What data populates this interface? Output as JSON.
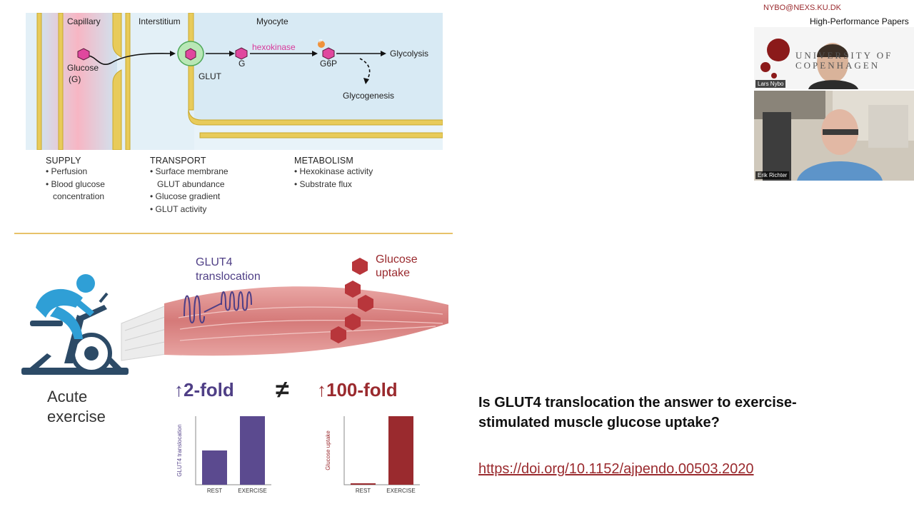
{
  "top_right": {
    "email": "NYBO@NEXS.KU.DK",
    "tagline": "High-Performance Papers"
  },
  "videos": [
    {
      "name": "Lars Nybo",
      "logo_text_1": "UNIVERSITY OF",
      "logo_text_2": "COPENHAGEN"
    },
    {
      "name": "Erik Richter"
    }
  ],
  "diagram": {
    "compartments": [
      "Capillary",
      "Interstitium",
      "Myocyte"
    ],
    "glucose_label": "Glucose",
    "glucose_abbrev": "(G)",
    "glut_label": "GLUT",
    "g_label": "G",
    "hexokinase_label": "hexokinase",
    "g6p_label": "G6P",
    "phosphate_label": "P",
    "glycolysis_label": "Glycolysis",
    "glycogenesis_label": "Glycogenesis",
    "supply": {
      "title": "SUPPLY",
      "items": [
        "• Perfusion",
        "• Blood glucose",
        "   concentration"
      ]
    },
    "transport": {
      "title": "TRANSPORT",
      "items": [
        "• Surface membrane",
        "   GLUT abundance",
        "• Glucose gradient",
        "• GLUT activity"
      ]
    },
    "metabolism": {
      "title": "METABOLISM",
      "items": [
        "• Hexokinase activity",
        "• Substrate flux"
      ]
    }
  },
  "exercise_figure": {
    "glut4_label_1": "GLUT4",
    "glut4_label_2": "translocation",
    "glucose_uptake_1": "Glucose",
    "glucose_uptake_2": "uptake",
    "acute_1": "Acute",
    "acute_2": "exercise",
    "fold_left": "↑2-fold",
    "not_equal": "≠",
    "fold_right": "↑100-fold"
  },
  "chart_data": [
    {
      "type": "bar",
      "categories": [
        "REST",
        "EXERCISE"
      ],
      "values": [
        1,
        2
      ],
      "ylabel": "GLUT4 translocation",
      "colors": [
        "#5b4a8f",
        "#5b4a8f"
      ]
    },
    {
      "type": "bar",
      "categories": [
        "REST",
        "EXERCISE"
      ],
      "values": [
        1,
        100
      ],
      "ylabel": "Glucose uptake",
      "colors": [
        "#9a2a2e",
        "#9a2a2e"
      ]
    }
  ],
  "question": {
    "line1": "Is GLUT4 translocation the answer to exercise-",
    "line2": "stimulated muscle glucose uptake?"
  },
  "doi_link": "https://doi.org/10.1152/ajpendo.00503.2020",
  "colors": {
    "purple": "#4f3f86",
    "red": "#9a2a2e",
    "cyclist": "#2f9fd6",
    "bike": "#2c4a66"
  }
}
